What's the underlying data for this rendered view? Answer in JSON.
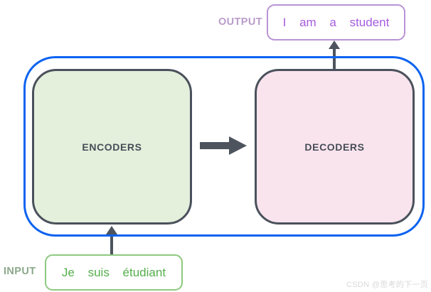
{
  "labels": {
    "output": "OUTPUT",
    "input": "INPUT"
  },
  "sentences": {
    "output": "I am a student",
    "input": "Je suis étudiant"
  },
  "blocks": {
    "encoders": "ENCODERS",
    "decoders": "DECODERS"
  },
  "watermark": {
    "text": "CSDN @思考的下一页"
  },
  "colors": {
    "container_border": "#0d63f0",
    "block_border": "#4a515c",
    "block_text": "#474d57",
    "encoders_fill": "#e4efdc",
    "decoders_fill": "#f9e4ee",
    "arrow": "#4d545e",
    "output_box_border": "#b993d6",
    "output_text": "#a55ce0",
    "output_label": "#b89cc9",
    "input_box_border": "#8dc97f",
    "input_text": "#54ae4b",
    "input_label": "#8ba98b",
    "watermark_text": "#d9d9d9"
  }
}
